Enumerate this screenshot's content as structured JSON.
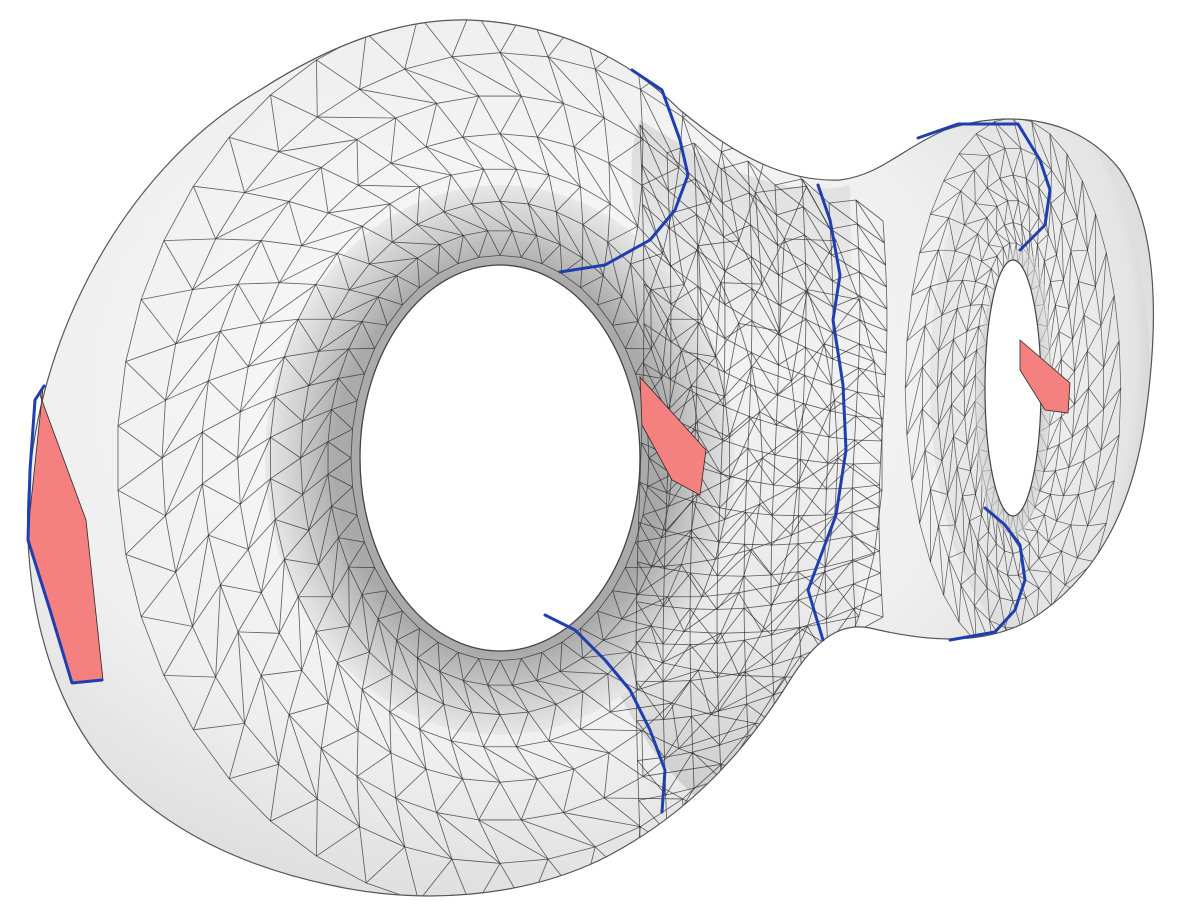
{
  "figure": {
    "kind": "triangulated-mesh-render",
    "surface": "genus-2 surface",
    "colors": {
      "background": "#ffffff",
      "surface_light": "#f4f4f4",
      "surface_mid": "#e2e2e2",
      "surface_dark": "#c8c8c8",
      "surface_shadow": "#aaaaaa",
      "mesh_edge": "#2a2a2a",
      "cut_curve": "#1f3fb0",
      "highlight_face": "#f48080"
    },
    "cut_curves": [
      {
        "id": "left-rim-curve"
      },
      {
        "id": "neck-top-curve"
      },
      {
        "id": "neck-bottom-curve"
      },
      {
        "id": "middle-curve"
      },
      {
        "id": "right-top-curve"
      },
      {
        "id": "right-bottom-curve"
      }
    ],
    "highlighted_faces": [
      {
        "id": "left-rim-face"
      },
      {
        "id": "inner-hole-face"
      },
      {
        "id": "right-hole-face"
      }
    ]
  }
}
